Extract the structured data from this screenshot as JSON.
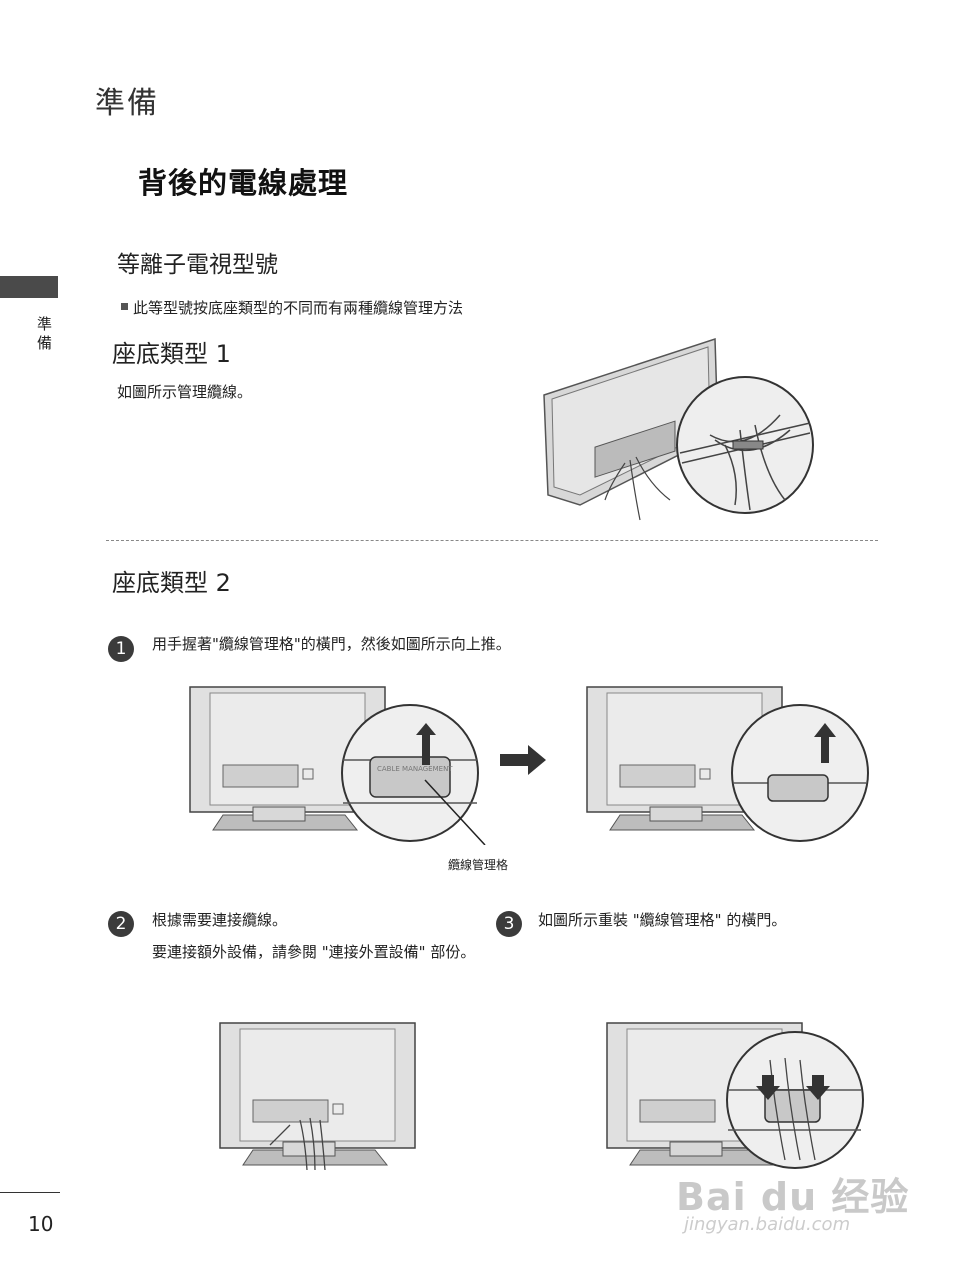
{
  "header": "準備",
  "section_title": "背後的電線處理",
  "model_heading": "等離子電視型號",
  "note": "此等型號按底座類型的不同而有兩種纜線管理方法",
  "side_label": "準備",
  "type1": {
    "title": "座底類型 1",
    "desc": "如圖所示管理纜線。"
  },
  "type2": {
    "title": "座底類型 2"
  },
  "steps": [
    {
      "num": "1",
      "text": "用手握著\"纜線管理格\"的橫門，然後如圖所示向上推。"
    },
    {
      "num": "2",
      "text": "根據需要連接纜線。",
      "text2": "要連接額外設備，請參閱 \"連接外置設備\" 部份。"
    },
    {
      "num": "3",
      "text": "如圖所示重裝 \"纜線管理格\" 的橫門。"
    }
  ],
  "callout": "纜線管理格",
  "cable_label": "CABLE MANAGEMENT",
  "page_number": "10",
  "watermark": {
    "brand": "Bai du 经验",
    "url": "jingyan.baidu.com"
  }
}
